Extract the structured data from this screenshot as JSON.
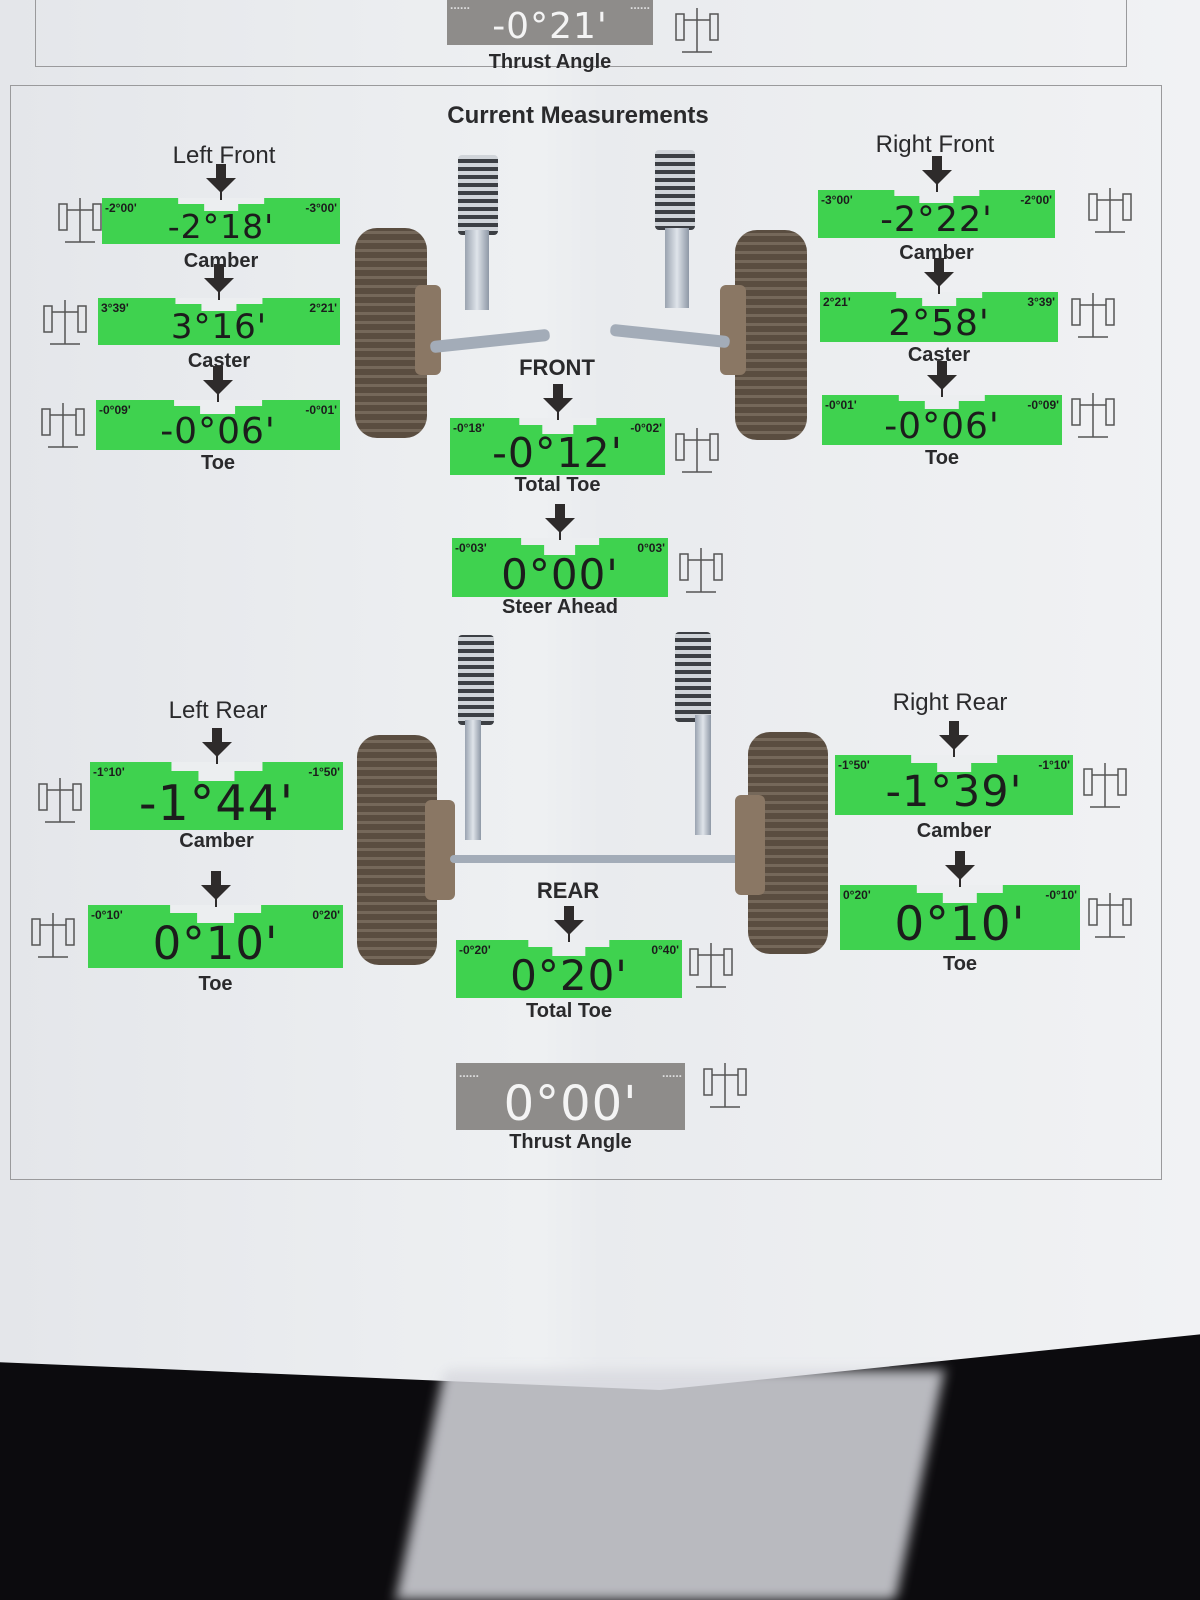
{
  "title": "Current Measurements",
  "sections": {
    "left_front": "Left Front",
    "right_front": "Right Front",
    "left_rear": "Left Rear",
    "right_rear": "Right Rear",
    "front": "FRONT",
    "rear": "REAR"
  },
  "gauges": {
    "top_thrust": {
      "label": "Thrust Angle",
      "min": "......",
      "max": "......",
      "value": "-0°21'",
      "variant": "gray"
    },
    "lf_camber": {
      "label": "Camber",
      "min": "-2°00'",
      "max": "-3°00'",
      "value": "-2°18'",
      "variant": "green"
    },
    "lf_caster": {
      "label": "Caster",
      "min": "3°39'",
      "max": "2°21'",
      "value": "3°16'",
      "variant": "green"
    },
    "lf_toe": {
      "label": "Toe",
      "min": "-0°09'",
      "max": "-0°01'",
      "value": "-0°06'",
      "variant": "green"
    },
    "rf_camber": {
      "label": "Camber",
      "min": "-3°00'",
      "max": "-2°00'",
      "value": "-2°22'",
      "variant": "green"
    },
    "rf_caster": {
      "label": "Caster",
      "min": "2°21'",
      "max": "3°39'",
      "value": "2°58'",
      "variant": "green"
    },
    "rf_toe": {
      "label": "Toe",
      "min": "-0°01'",
      "max": "-0°09'",
      "value": "-0°06'",
      "variant": "green"
    },
    "front_total_toe": {
      "label": "Total Toe",
      "min": "-0°18'",
      "max": "-0°02'",
      "value": "-0°12'",
      "variant": "green"
    },
    "steer_ahead": {
      "label": "Steer Ahead",
      "min": "-0°03'",
      "max": "0°03'",
      "value": "0°00'",
      "variant": "green"
    },
    "lr_camber": {
      "label": "Camber",
      "min": "-1°10'",
      "max": "-1°50'",
      "value": "-1°44'",
      "variant": "green"
    },
    "lr_toe": {
      "label": "Toe",
      "min": "-0°10'",
      "max": "0°20'",
      "value": "0°10'",
      "variant": "green"
    },
    "rr_camber": {
      "label": "Camber",
      "min": "-1°50'",
      "max": "-1°10'",
      "value": "-1°39'",
      "variant": "green"
    },
    "rr_toe": {
      "label": "Toe",
      "min": "0°20'",
      "max": "-0°10'",
      "value": "0°10'",
      "variant": "green"
    },
    "rear_total_toe": {
      "label": "Total Toe",
      "min": "-0°20'",
      "max": "0°40'",
      "value": "0°20'",
      "variant": "green"
    },
    "rear_thrust": {
      "label": "Thrust Angle",
      "min": "......",
      "max": "......",
      "value": "0°00'",
      "variant": "gray"
    }
  },
  "colors": {
    "in_spec": "#3fd24f",
    "info": "#8e8c8a"
  }
}
